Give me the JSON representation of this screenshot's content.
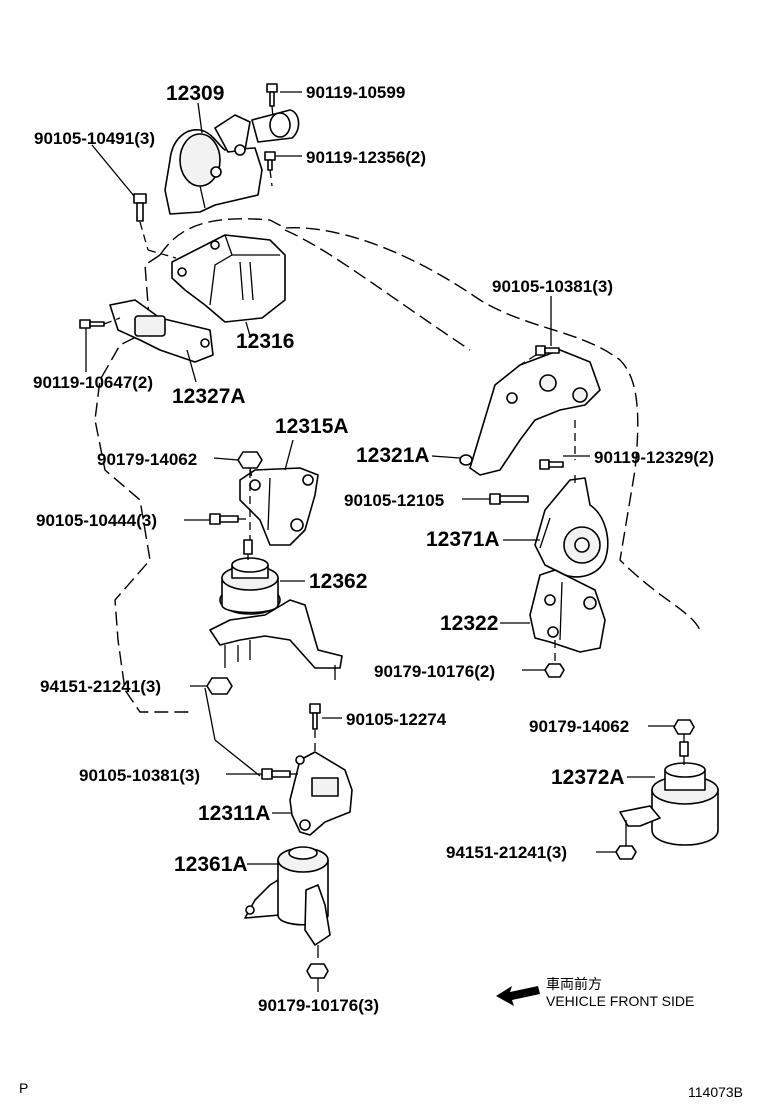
{
  "labels": {
    "p12309": "12309",
    "b9011910599": "90119-10599",
    "b90105104913": "90105-10491(3)",
    "b90119123562": "90119-12356(2)",
    "p12316": "12316",
    "b90105103813_top": "90105-10381(3)",
    "b90119106472": "90119-10647(2)",
    "p12327A": "12327A",
    "p12315A": "12315A",
    "n9017914062_left": "90179-14062",
    "p12321A": "12321A",
    "b90119123292": "90119-12329(2)",
    "b9010512105": "90105-12105",
    "b90105104443": "90105-10444(3)",
    "p12371A": "12371A",
    "p12362": "12362",
    "p12322": "12322",
    "n90179101762": "90179-10176(2)",
    "n94151212413_left": "94151-21241(3)",
    "b9010512274": "90105-12274",
    "n9017914062_right": "90179-14062",
    "b90105103813_mid": "90105-10381(3)",
    "p12372A": "12372A",
    "p12311A": "12311A",
    "n94151212413_right": "94151-21241(3)",
    "p12361A": "12361A",
    "n90179101763": "90179-10176(3)"
  },
  "direction": {
    "jp": "車両前方",
    "en": "VEHICLE FRONT SIDE"
  },
  "footer": {
    "left": "P",
    "right": "114073B"
  }
}
